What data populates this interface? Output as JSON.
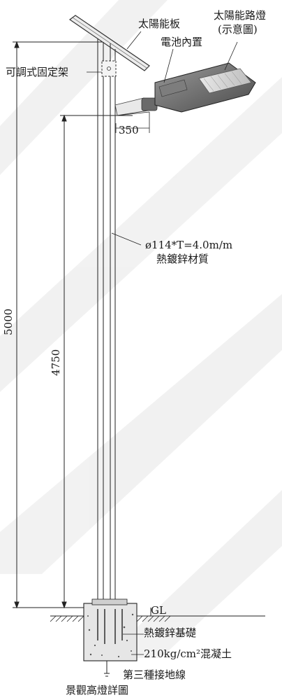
{
  "labels": {
    "solar_panel": "太陽能板",
    "solar_street_light": "太陽能路燈",
    "schematic_note": "(示意圖)",
    "battery_builtin": "電池內置",
    "adjustable_bracket": "可調式固定架",
    "arm_length": "350",
    "pole_spec": "ø114*T=4.0m/m",
    "pole_material": "熱鍍鋅材質",
    "total_height": "5000",
    "pole_height": "4750",
    "ground_level": "GL",
    "foundation_material": "熱鍍鋅基礎",
    "concrete_spec": "210kg/cm²混凝土",
    "grounding_line": "第三種接地線",
    "drawing_title": "景觀高燈詳圖"
  }
}
